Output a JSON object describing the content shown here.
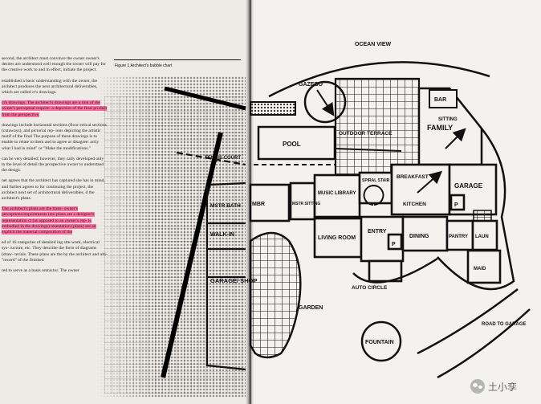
{
  "left_page": {
    "figure_caption": "Figure 1   Architect's bubble chart",
    "paragraphs": [
      "second, the architect must convince the owner owner's desires are understood well enough the owner will pay for the creative work to and in effect, initiate the project.",
      "established a basic understanding with the owner, the architect produces the next architectural deliverables, which are called ct's drawings.",
      "ct's drawings. The architect's drawings are a tion of the owner's perceptual require- a depiction of the final product from the perspective.",
      "drawings include horizontal sections (floor ertical sections (cutaways), and pictorial rep- ions depicting the artistic motif of the final The purpose of these drawings is to enable to relate to them and to agree or disagree: actly what I had in mind\" or \"Make the modifications.\"",
      "can be very detailed; however, they cally developed only to the level of detail the prospective owner to understand the design.",
      "ner agrees that the architect has captured she has in mind, and further agrees to for continuing the project, the architect next set of architectural deliverables, d the architect's plans.",
      "The architect's plans are the trans- owner's perceptions/requirements into plans are a designer's representation ct (as opposed to an owner's rep- is embodied in the drawings) resentation (plans) are an explicit the material composition of the",
      "ed of 16 categories of detailed ing site-work, electrical sys- ructure, etc. They describe the form of diagrams (draw- terials. These plans are the by the architect and ulti- \"record\" of the finished",
      "red to serve as a basis ontractor. The owner"
    ]
  },
  "sketch": {
    "labels": {
      "ocean_view": "OCEAN VIEW",
      "gazebo": "GAZEBO",
      "bar": "BAR",
      "family": "FAMILY",
      "sitting": "SITTING",
      "outdoor_terrace": "OUTDOOR TERRACE",
      "pool": "POOL",
      "tennis_court": "TENNIS COURT",
      "mstr_bath": "MSTR BATH",
      "mbr": "MBR",
      "mstr_sitting": "MSTR SITTING",
      "music_library": "MUSIC LIBRARY",
      "spiral_stair": "SPIRAL STAIR",
      "breakfast": "BREAKFAST",
      "kitchen": "KITCHEN",
      "garage": "GARAGE",
      "p1": "P",
      "walk_in": "WALK-IN",
      "living_room": "LIVING ROOM",
      "entry": "ENTRY",
      "p2": "P",
      "dining": "DINING",
      "pantry": "PANTRY",
      "laundry": "LAUN",
      "maid": "MAID",
      "garage_shop": "GARAGE/ SHOP",
      "auto_circle": "AUTO CIRCLE",
      "garden": "GARDEN",
      "fountain": "FOUNTAIN",
      "road_to_garage": "ROAD TO GARAGE"
    }
  },
  "watermark": {
    "text": "土小孪",
    "icon": "wechat-icon"
  },
  "colors": {
    "highlight": "#ff6fa2",
    "ink": "#111111",
    "paper": "#f4f2ef"
  }
}
